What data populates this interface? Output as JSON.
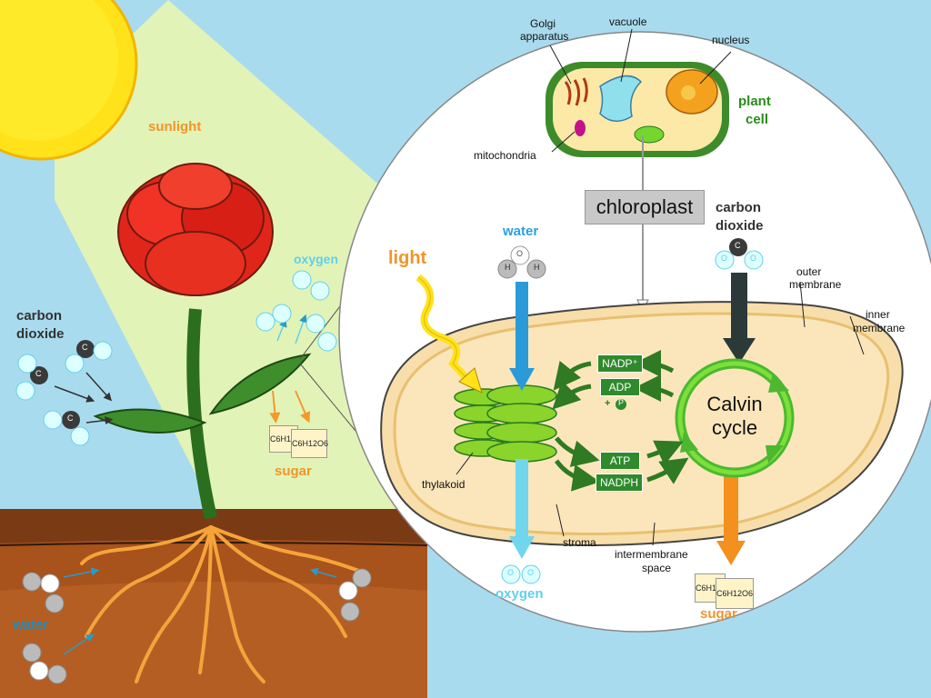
{
  "left_scene": {
    "sunlight": "sunlight",
    "carbon_dioxide_line1": "carbon",
    "carbon_dioxide_line2": "dioxide",
    "oxygen": "oxygen",
    "sugar": "sugar",
    "water": "water",
    "sugar_box1": "C6H12O6",
    "sugar_box2": "C6H12O6"
  },
  "plant_cell": {
    "golgi_line1": "Golgi",
    "golgi_line2": "apparatus",
    "vacuole": "vacuole",
    "nucleus": "nucleus",
    "mitochondria": "mitochondria",
    "plant_line1": "plant",
    "plant_line2": "cell"
  },
  "chloroplast": {
    "title": "chloroplast",
    "light": "light",
    "water": "water",
    "co2_line1": "carbon",
    "co2_line2": "dioxide",
    "outer_membrane_line1": "outer",
    "outer_membrane_line2": "membrane",
    "inner_membrane_line1": "inner",
    "inner_membrane_line2": "membrane",
    "nadp": "NADP⁺",
    "adp": "ADP",
    "plus_p": "+",
    "p": "P",
    "atp": "ATP",
    "nadph": "NADPH",
    "calvin_line1": "Calvin",
    "calvin_line2": "cycle",
    "thylakoid": "thylakoid",
    "stroma": "stroma",
    "intermembrane_line1": "intermembrane",
    "intermembrane_line2": "space",
    "oxygen": "oxygen",
    "sugar": "sugar",
    "sugar_box1": "C6H12O6",
    "sugar_box2": "C6H12O6"
  },
  "molecules": {
    "h": "H",
    "o": "O",
    "c": "C"
  },
  "colors": {
    "sky": "#a9dbee",
    "sun": "#ffe21a",
    "soil": "#a8521c",
    "leaf": "#3e8e2c",
    "flower": "#e0261b",
    "stroma": "#f8deaa",
    "thylakoid": "#8ad42c"
  }
}
